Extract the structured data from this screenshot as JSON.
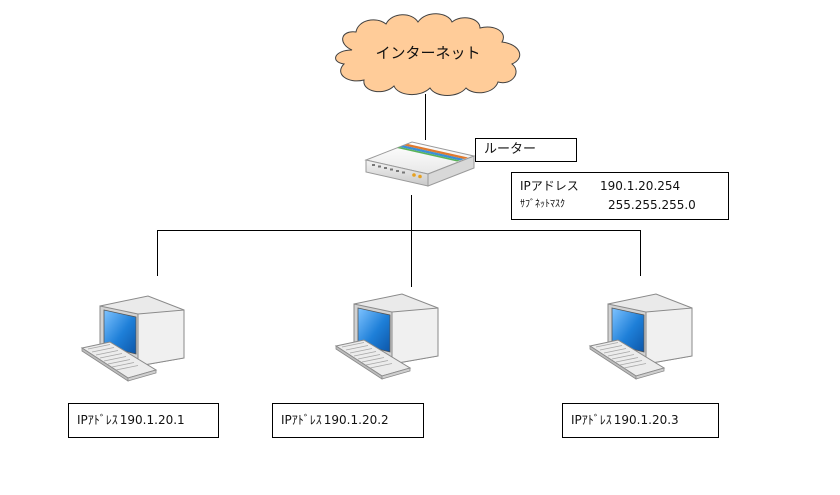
{
  "internet": {
    "label": "インターネット",
    "cloud_fill": "#ffcc99",
    "cloud_stroke": "#404040"
  },
  "router": {
    "label": "ルーター",
    "ip_label": "IPアドレス",
    "ip_value": "190.1.20.254",
    "subnet_label": "ｻﾌﾞﾈｯﾄﾏｽｸ",
    "subnet_value": "255.255.255.0",
    "stripe_colors": [
      "#e07a2e",
      "#3a8fd6",
      "#59b35a"
    ]
  },
  "pcs": [
    {
      "ip_label": "IPｱﾄﾞﾚｽ",
      "ip_value": "190.1.20.1"
    },
    {
      "ip_label": "IPｱﾄﾞﾚｽ",
      "ip_value": "190.1.20.2"
    },
    {
      "ip_label": "IPｱﾄﾞﾚｽ",
      "ip_value": "190.1.20.3"
    }
  ],
  "colors": {
    "line": "#000000",
    "screen": "#1e7fd8",
    "pc_body": "#e6e6e6"
  }
}
